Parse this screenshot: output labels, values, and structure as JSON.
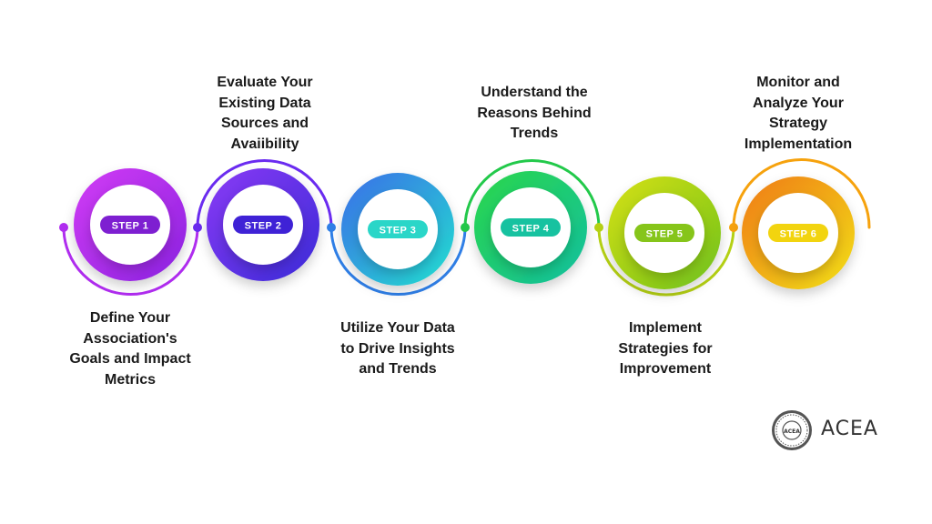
{
  "steps": [
    {
      "label": "STEP 1",
      "text": "Define Your\nAssociation's\nGoals and Impact\nMetrics",
      "color": "#b02cf0",
      "color2": "#7e1fd1"
    },
    {
      "label": "STEP 2",
      "text": "Evaluate Your\nExisting Data\nSources and\nAvaiibility",
      "color": "#6a2bf0",
      "color2": "#3f22d6"
    },
    {
      "label": "STEP 3",
      "text": "Utilize Your Data\nto Drive Insights\nand Trends",
      "color": "#2f7fe8",
      "color2": "#2ad6c8"
    },
    {
      "label": "STEP 4",
      "text": "Understand the\nReasons Behind\nTrends",
      "color": "#22c94a",
      "color2": "#17c2a0"
    },
    {
      "label": "STEP 5",
      "text": "Implement\nStrategies for\nImprovement",
      "color": "#b6d214",
      "color2": "#86c51a"
    },
    {
      "label": "STEP 6",
      "text": "Monitor and\nAnalyze Your\nStrategy\nImplementation",
      "color": "#f6a20d",
      "color2": "#f2d40f"
    }
  ],
  "logo": {
    "text": "ACEA",
    "seal_text": "ACEA"
  }
}
